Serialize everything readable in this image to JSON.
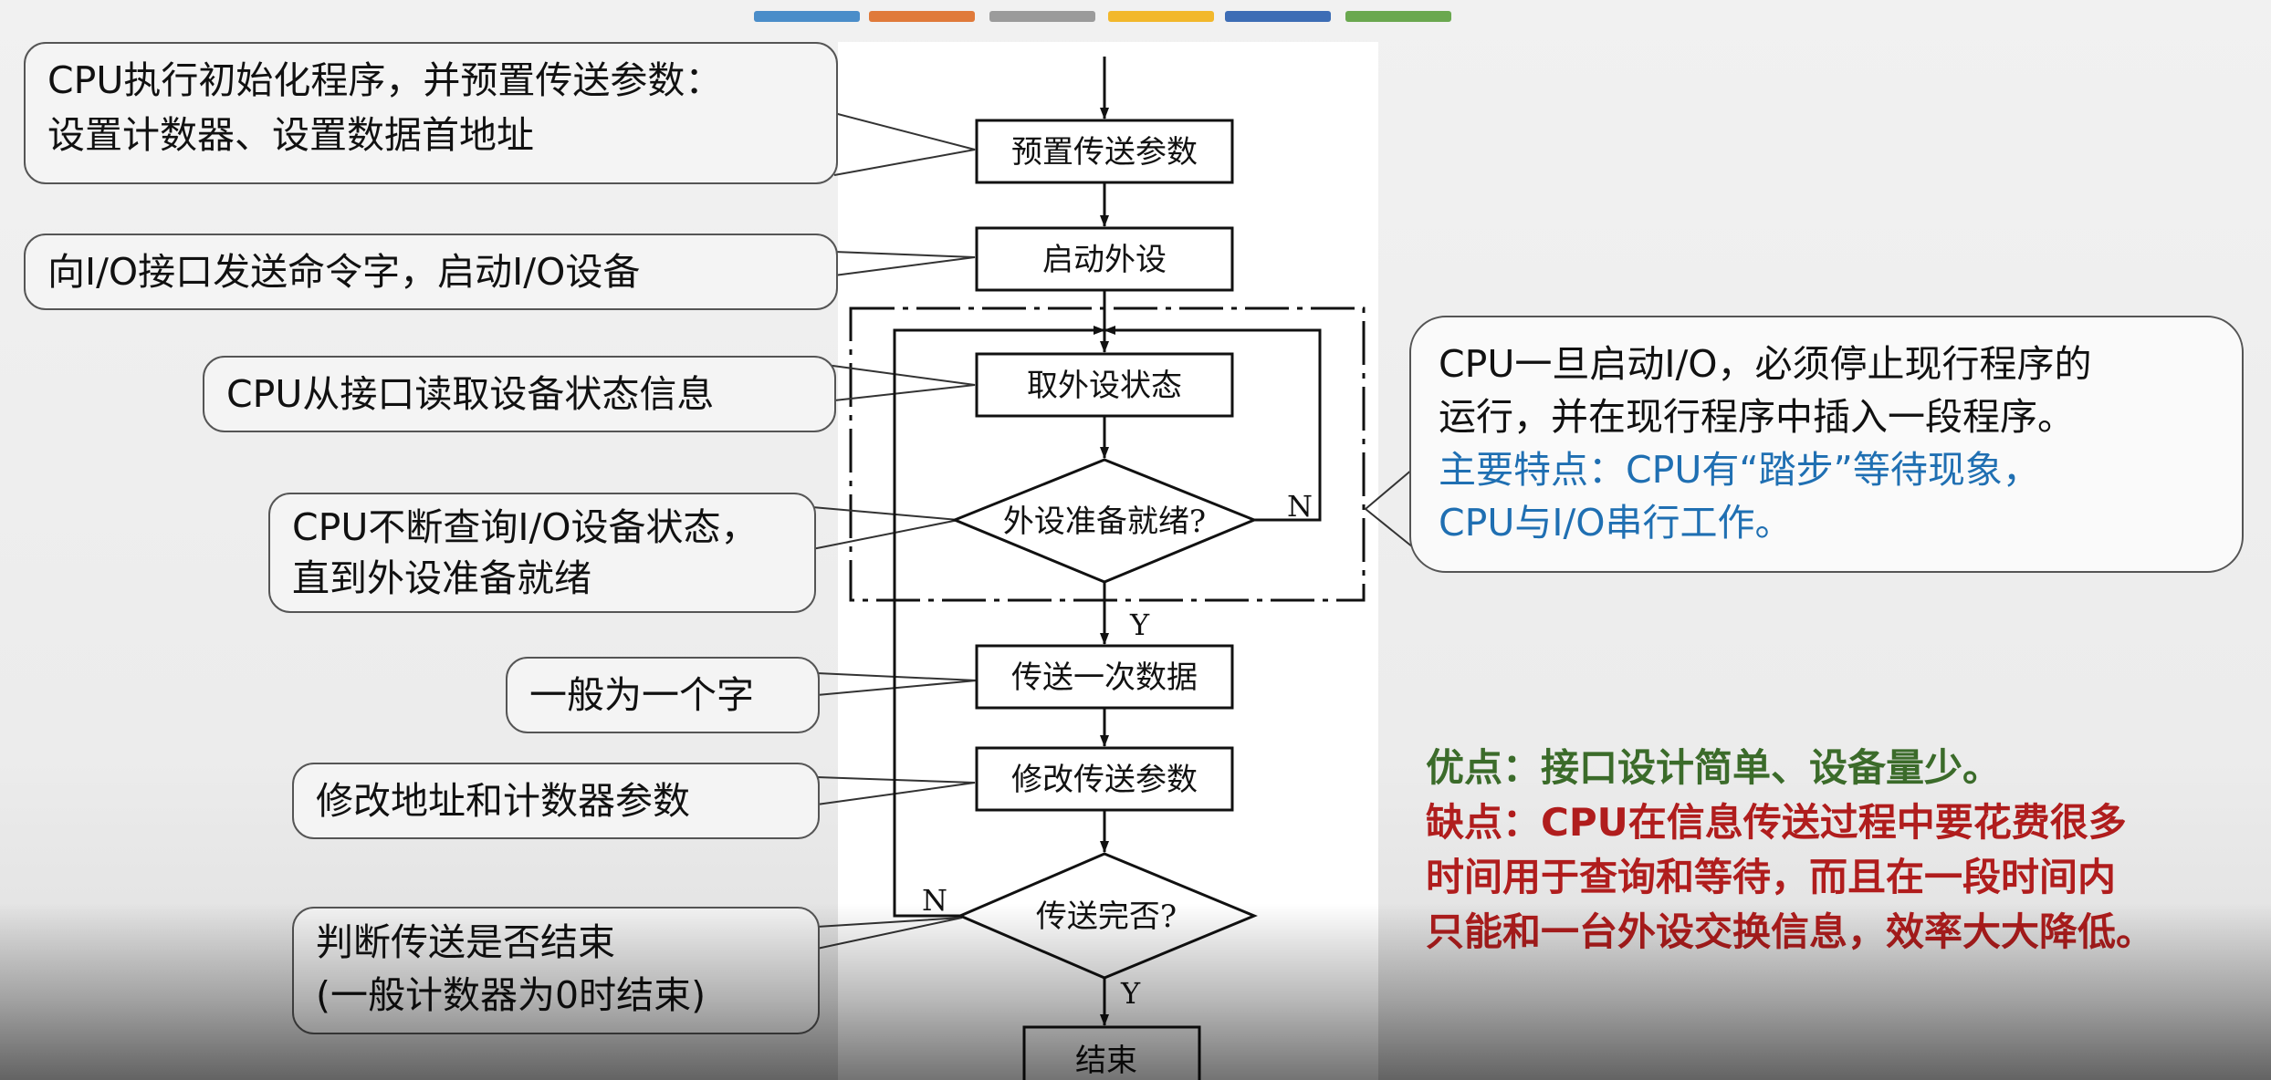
{
  "top_bar_colors": [
    "#4a8dc9",
    "#e07a3a",
    "#9b9b9b",
    "#f2b82c",
    "#3d6db5",
    "#6aa84f"
  ],
  "flowchart": {
    "process_preset": "预置传送参数",
    "process_start": "启动外设",
    "process_get_status": "取外设状态",
    "decision_ready": "外设准备就绪?",
    "process_transfer": "传送一次数据",
    "process_modify": "修改传送参数",
    "decision_done": "传送完否?",
    "end": "结束",
    "label_n_ready": "N",
    "label_y_ready": "Y",
    "label_n_done": "N",
    "label_y_done": "Y"
  },
  "callouts": {
    "preset": [
      "CPU执行初始化程序，并预置传送参数：",
      "设置计数器、设置数据首地址"
    ],
    "start": [
      "向I/O接口发送命令字，启动I/O设备"
    ],
    "status": [
      "CPU从接口读取设备状态信息"
    ],
    "ready": [
      "CPU不断查询I/O设备状态，",
      "直到外设准备就绪"
    ],
    "transfer": [
      "一般为一个字"
    ],
    "modify": [
      "修改地址和计数器参数"
    ],
    "done": [
      "判断传送是否结束",
      "(一般计数器为0时结束)"
    ]
  },
  "info_bubble": {
    "line1": "CPU一旦启动I/O，必须停止现行程序的",
    "line2": "运行，并在现行程序中插入一段程序。",
    "line3": "主要特点：CPU有“踏步”等待现象，",
    "line4": "CPU与I/O串行工作。"
  },
  "summary": {
    "pros": "优点：接口设计简单、设备量少。",
    "cons_lines": [
      "缺点：CPU在信息传送过程中要花费很多",
      "时间用于查询和等待，而且在一段时间内",
      "只能和一台外设交换信息，效率大大降低。"
    ]
  },
  "colors": {
    "blue_text": "#1f6fb2",
    "green_text": "#3b6b2a",
    "red_text": "#b01d1d",
    "callout_fill": "#f4f4f4",
    "outline": "#111111"
  }
}
